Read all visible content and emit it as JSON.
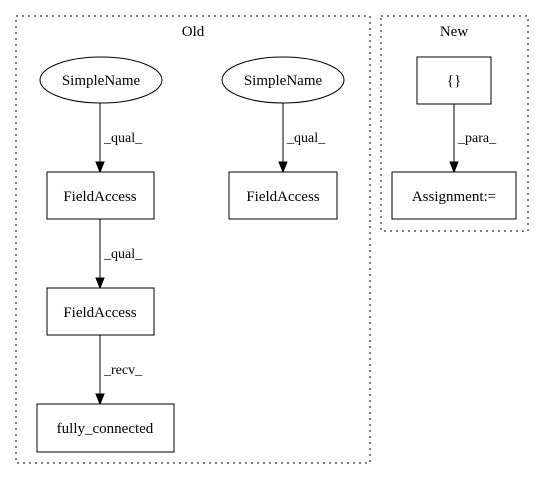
{
  "clusters": {
    "old": {
      "label": "Old"
    },
    "new": {
      "label": "New"
    }
  },
  "nodes": {
    "simplename_left": {
      "label": "SimpleName"
    },
    "simplename_right": {
      "label": "SimpleName"
    },
    "fieldaccess_mid": {
      "label": "FieldAccess"
    },
    "fieldaccess_right": {
      "label": "FieldAccess"
    },
    "fieldaccess_low": {
      "label": "FieldAccess"
    },
    "fully_connected": {
      "label": "fully_connected"
    },
    "braces": {
      "label": "{}"
    },
    "assignment": {
      "label": "Assignment:="
    }
  },
  "edges": {
    "e1": {
      "label": "_qual_"
    },
    "e2": {
      "label": "_qual_"
    },
    "e3": {
      "label": "_qual_"
    },
    "e4": {
      "label": "_recv_"
    },
    "e5": {
      "label": "_para_"
    }
  }
}
